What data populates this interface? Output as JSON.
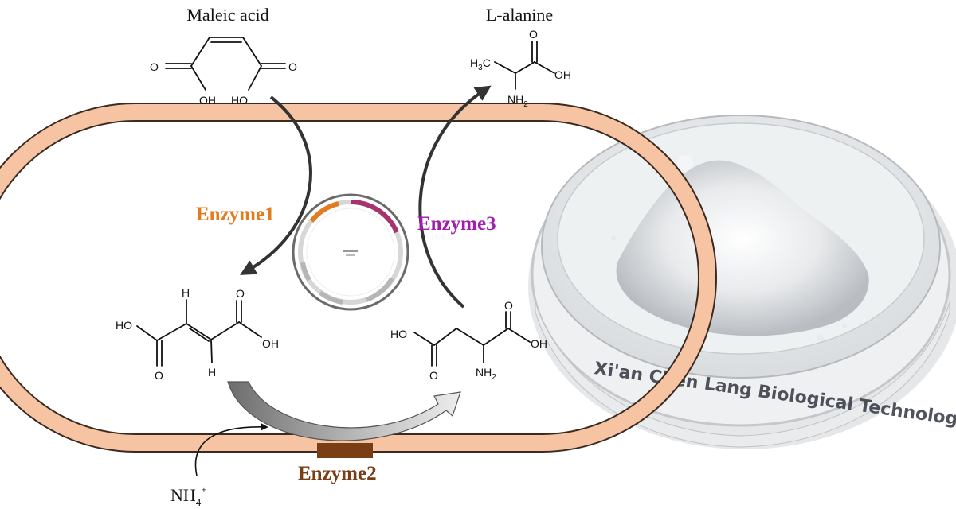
{
  "compounds": {
    "substrate": "Maleic acid",
    "product": "L-alanine"
  },
  "enzymes": {
    "enzyme1": {
      "label": "Enzyme1",
      "color": "#e37b1f"
    },
    "enzyme2": {
      "label": "Enzyme2",
      "color": "#7a3e14"
    },
    "enzyme3": {
      "label": "Enzyme3",
      "color": "#a21caf"
    }
  },
  "atoms": {
    "o": "O",
    "oh": "OH",
    "ho": "HO",
    "h": "H",
    "nh": "NH",
    "h3c_h": "H",
    "h3c_c": "C",
    "sub2": "2",
    "sub3": "3"
  },
  "ammonium": {
    "base": "NH",
    "sub": "4",
    "sup": "+"
  },
  "photo": {
    "watermark": "Xi'an Chen Lang Biological Technology Co"
  },
  "colors": {
    "membrane_fill": "#f6c3a3",
    "membrane_stroke": "#3a2a20",
    "enzyme2_bar": "#7a3e14",
    "plasmid_orange": "#e37b1f",
    "plasmid_magenta": "#a8326e"
  }
}
